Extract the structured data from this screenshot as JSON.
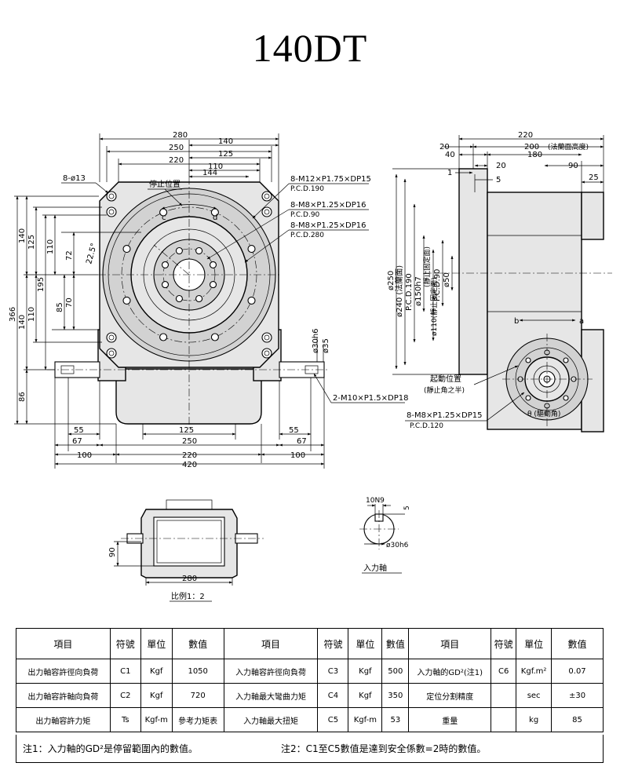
{
  "title": "140DT",
  "front": {
    "dims_top": [
      "280",
      "140",
      "250",
      "125",
      "220",
      "110",
      "144"
    ],
    "dims_left": [
      "366",
      "140",
      "140",
      "125",
      "195",
      "110",
      "110",
      "85",
      "72",
      "70",
      "86"
    ],
    "dims_bottom": [
      "55",
      "125",
      "55",
      "67",
      "250",
      "67",
      "100",
      "220",
      "100",
      "420"
    ],
    "angle": "22.5°",
    "label_stop": "停止位置",
    "hole_callout": "8-ø13",
    "rot_c": "c",
    "rot_d": "d",
    "callouts": [
      {
        "text": "8-M12×P1.75×DP15",
        "sub": "P.C.D.190"
      },
      {
        "text": "8-M8×P1.25×DP16",
        "sub": "P.C.D.90"
      },
      {
        "text": "8-M8×P1.25×DP16",
        "sub": "P.C.D.280"
      }
    ],
    "shaft_dims": [
      "ø30h6",
      "ø35"
    ],
    "shaft_tap": "2-M10×P1.5×DP18"
  },
  "side": {
    "dims_top": [
      "220",
      "20",
      "200",
      "(法蘭面高度)",
      "40",
      "180",
      "20",
      "90",
      "1",
      "5",
      "25"
    ],
    "dims_vertical": [
      "ø250",
      "ø240 (法蘭面)",
      "P.C.D.190",
      "ø150h7",
      "(靜止固定面)",
      "P.C.D.90",
      "ø50",
      "ø110(靜止固定面)"
    ],
    "rot_b": "b",
    "rot_a": "a",
    "start_label": "起動位置",
    "start_sub": "(靜止角之半)",
    "tap_callout": "8-M8×P1.25×DP15",
    "tap_pcd": "P.C.D.120",
    "drive_angle": "θ (驅動角)"
  },
  "bottom_view": {
    "dim_h": "90",
    "dim_w": "280",
    "scale": "比例1：2"
  },
  "input_shaft": {
    "key": "10N9",
    "depth": "5",
    "dia": "ø30h6",
    "label": "入力軸"
  },
  "table": {
    "headers": [
      "項目",
      "符號",
      "單位",
      "數值",
      "項目",
      "符號",
      "單位",
      "數值",
      "項目",
      "符號",
      "單位",
      "數值"
    ],
    "rows": [
      [
        "出力軸容許徑向負荷",
        "C1",
        "Kgf",
        "1050",
        "入力軸容許徑向負荷",
        "C3",
        "Kgf",
        "500",
        "入力軸的GD²(注1)",
        "C6",
        "Kgf.m²",
        "0.07"
      ],
      [
        "出力軸容許軸向負荷",
        "C2",
        "Kgf",
        "720",
        "入力軸最大彎曲力矩",
        "C4",
        "Kgf",
        "350",
        "定位分割精度",
        "",
        "sec",
        "±30"
      ],
      [
        "出力軸容許力矩",
        "Ts",
        "Kgf-m",
        "參考力矩表",
        "入力軸最大扭矩",
        "C5",
        "Kgf-m",
        "53",
        "重量",
        "",
        "kg",
        "85"
      ]
    ]
  },
  "notes": {
    "note1": "注1：入力軸的GD²是停留範圍內的數值。",
    "note2": "注2：C1至C5數值是達到安全係數=2時的數值。"
  }
}
